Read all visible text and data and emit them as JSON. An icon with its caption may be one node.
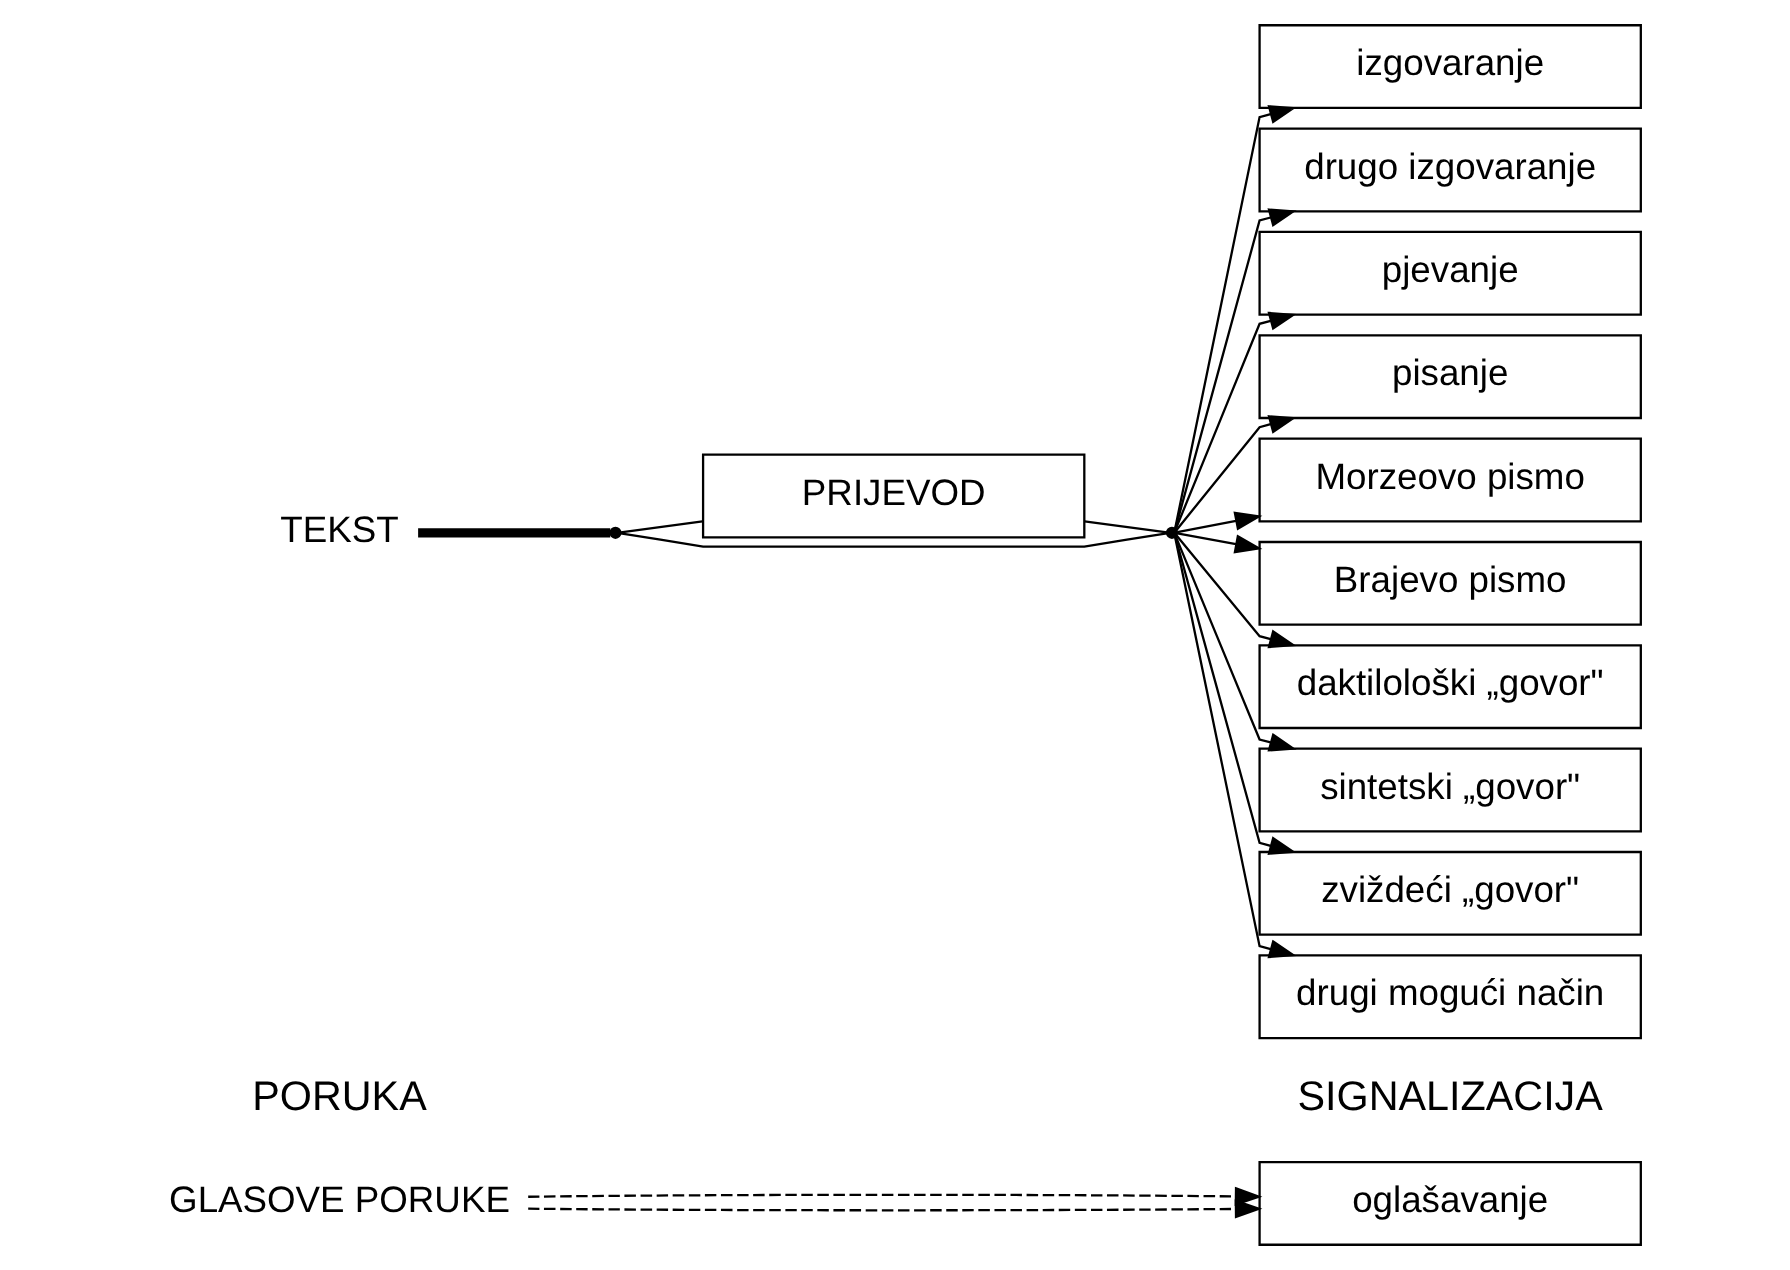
{
  "diagram": {
    "nodes": [
      {
        "text": [
          "GLASOVE PORUKE"
        ]
      },
      {
        "text": [
          "oglašavanje"
        ]
      },
      {
        "text": [
          "TEKST"
        ]
      },
      {
        "text": [],
        "shape": "point"
      },
      {
        "text": [
          "PRIJEVOD"
        ]
      },
      {
        "text": [],
        "shape": "point"
      },
      {
        "text": [
          "izgovaranje"
        ]
      },
      {
        "text": [
          "drugo izgovaranje"
        ]
      },
      {
        "text": [
          "pjevanje"
        ]
      },
      {
        "text": [
          "pisanje"
        ]
      },
      {
        "text": [
          "Morzeovo pismo"
        ]
      },
      {
        "text": [
          "Brajevo pismo"
        ]
      },
      {
        "text": [
          "daktilološki „govor\""
        ]
      },
      {
        "text": [
          "sintetski „govor\""
        ]
      },
      {
        "text": [
          "zviždeći „govor\""
        ]
      },
      {
        "text": [
          "drugi mogući način"
        ]
      }
    ],
    "edges": [
      {
        "from": 0,
        "to": 1,
        "arrow": "to",
        "style": "dashed"
      },
      {
        "from": 0,
        "to": 1,
        "arrow": "to",
        "style": "dashed"
      },
      {
        "from": 2,
        "to": 3,
        "arrow": "none",
        "style": "thick"
      },
      {
        "from": 3,
        "to": 4,
        "arrow": "none"
      },
      {
        "from": 4,
        "to": 5,
        "arrow": "none"
      },
      {
        "from": 3,
        "to": 5,
        "arrow": "none"
      },
      {
        "from": 5,
        "to": 6,
        "arrow": "to"
      },
      {
        "from": 5,
        "to": 7,
        "arrow": "to"
      },
      {
        "from": 5,
        "to": 8,
        "arrow": "to"
      },
      {
        "from": 5,
        "to": 9,
        "arrow": "to"
      },
      {
        "from": 5,
        "to": 10,
        "arrow": "to"
      },
      {
        "from": 5,
        "to": 11,
        "arrow": "to"
      },
      {
        "from": 5,
        "to": 12,
        "arrow": "to"
      },
      {
        "from": 5,
        "to": 13,
        "arrow": "to"
      },
      {
        "from": 5,
        "to": 14,
        "arrow": "to"
      },
      {
        "from": 5,
        "to": 15,
        "arrow": "to"
      }
    ],
    "labels": [
      "PORUKA",
      "SIGNALIZACIJA"
    ]
  }
}
